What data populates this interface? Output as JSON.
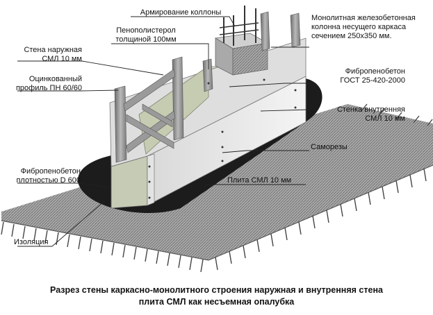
{
  "labels": {
    "armirovanie": "Армирование коллоны",
    "penopolistirol": [
      "Пенополистерол",
      "толщиной 100мм"
    ],
    "kolonna": [
      "Монолитная железобетонная",
      "колонна несущего каркаса",
      "сечением 250х350 мм."
    ],
    "stena_naruzh": [
      "Стена наружная",
      "СМЛ 10 мм"
    ],
    "profil": [
      "Оцинкованный",
      "профиль ПН 60/60"
    ],
    "fibro_gost": [
      "Фибропенобетон",
      "ГОСТ 25-420-2000"
    ],
    "stenka_vnutr": [
      "Стенка внутренняя",
      "СМЛ 10 мм"
    ],
    "samorezy": "Саморезы",
    "fibro_plot": [
      "Фибропенобетон",
      "плотностью D 600"
    ],
    "plita": "Плита СМЛ 10 мм",
    "izolyaciya": "Изоляция"
  },
  "caption": [
    "Разрез стены каркасно-монолитного строения наружная и внутренняя стена",
    "плита СМЛ как несъемная опалубка"
  ],
  "colors": {
    "ground": "#8a8a8a",
    "insulation": "#1c1c1c",
    "board": "#e6e6e6",
    "foam_concrete": "#cfd4bf",
    "steel": "#8d8d8d",
    "column": "#bdbdbd"
  }
}
